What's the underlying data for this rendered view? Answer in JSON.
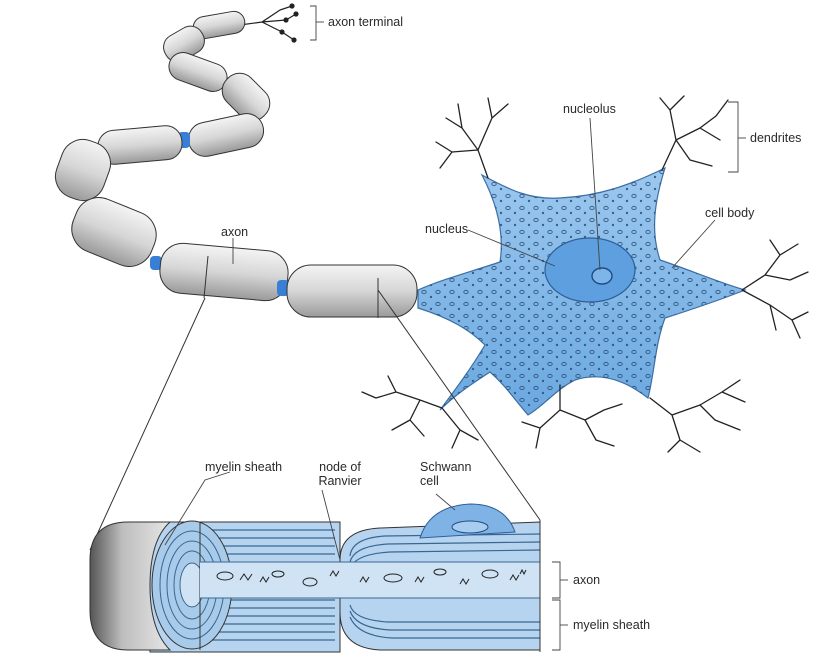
{
  "labels": {
    "axon_terminal": "axon terminal",
    "nucleolus": "nucleolus",
    "dendrites": "dendrites",
    "nucleus": "nucleus",
    "cell_body": "cell body",
    "axon": "axon",
    "myelin_sheath_top": "myelin sheath",
    "node_of_ranvier_line1": "node of",
    "node_of_ranvier_line2": "Ranvier",
    "schwann_cell_line1": "Schwann",
    "schwann_cell_line2": "cell",
    "axon_detail": "axon",
    "myelin_sheath_detail": "myelin sheath"
  },
  "colors": {
    "cytoplasm": "#7fb6e6",
    "cytoplasm_dark": "#4d8fcf",
    "nucleus": "#5e9fe0",
    "myelin_gray": "#dcdcdc",
    "node_blue": "#3a7fd6",
    "outline": "#333333"
  }
}
